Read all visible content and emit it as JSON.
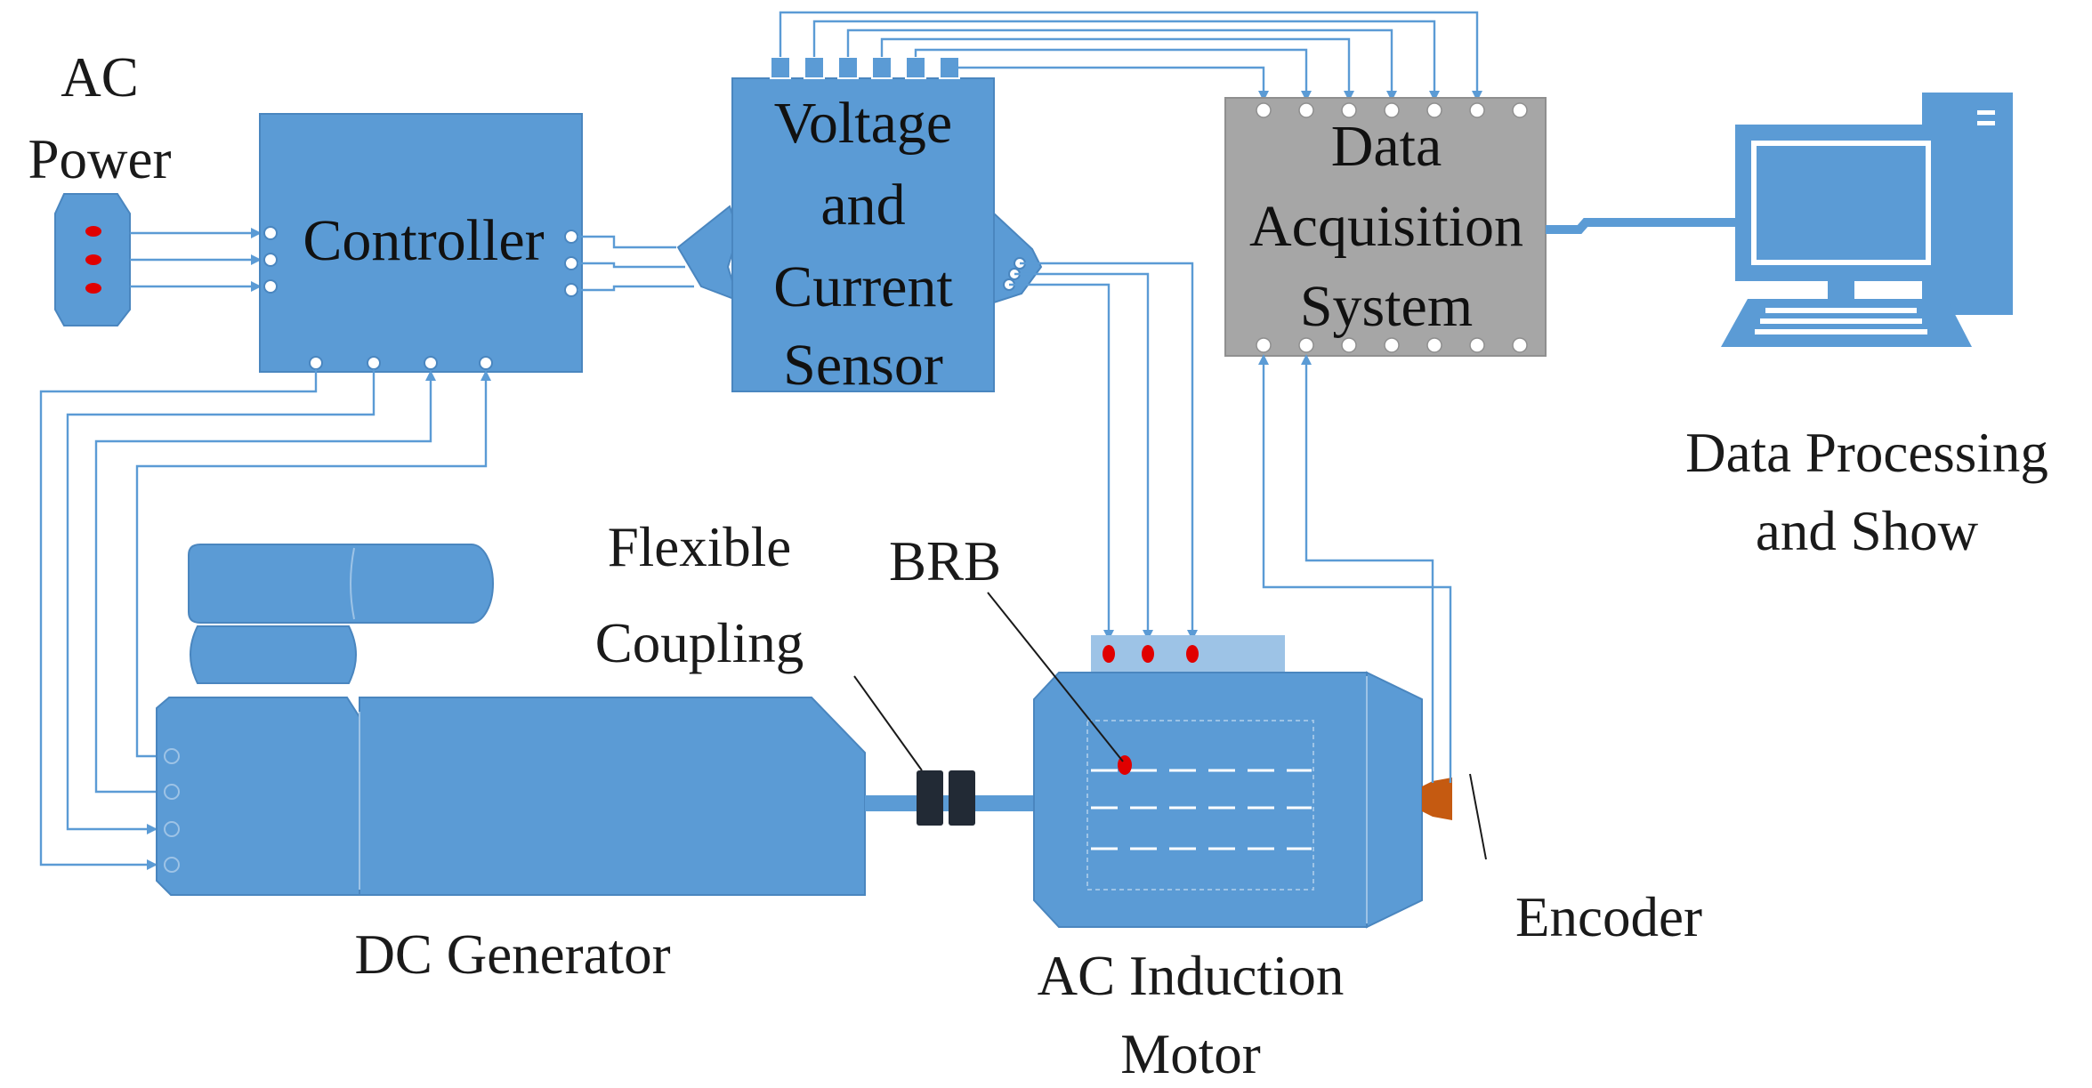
{
  "colors": {
    "component_blue": "#5b9bd5",
    "component_edge": "#4a86bf",
    "light_blue": "#9dc3e6",
    "daq_gray": "#a6a6a6",
    "wire_blue": "#5b9bd5",
    "red_dot": "#e00000",
    "coupling_black": "#222a35",
    "encoder_orange": "#c55a11"
  },
  "labels": {
    "ac_power": [
      "AC",
      "Power"
    ],
    "controller": "Controller",
    "sensor": [
      "Voltage",
      "and",
      "Current",
      "Sensor"
    ],
    "daq": [
      "Data",
      "Acquisition",
      "System"
    ],
    "data_processing": [
      "Data Processing",
      "and Show"
    ],
    "flexible_coupling": [
      "Flexible",
      "Coupling"
    ],
    "brb": "BRB",
    "dc_generator": "DC Generator",
    "ac_motor": [
      "AC Induction",
      "Motor"
    ],
    "encoder": "Encoder"
  },
  "icons": {
    "computer": "desktop-computer-icon",
    "power": "ac-power-outlet-icon"
  }
}
